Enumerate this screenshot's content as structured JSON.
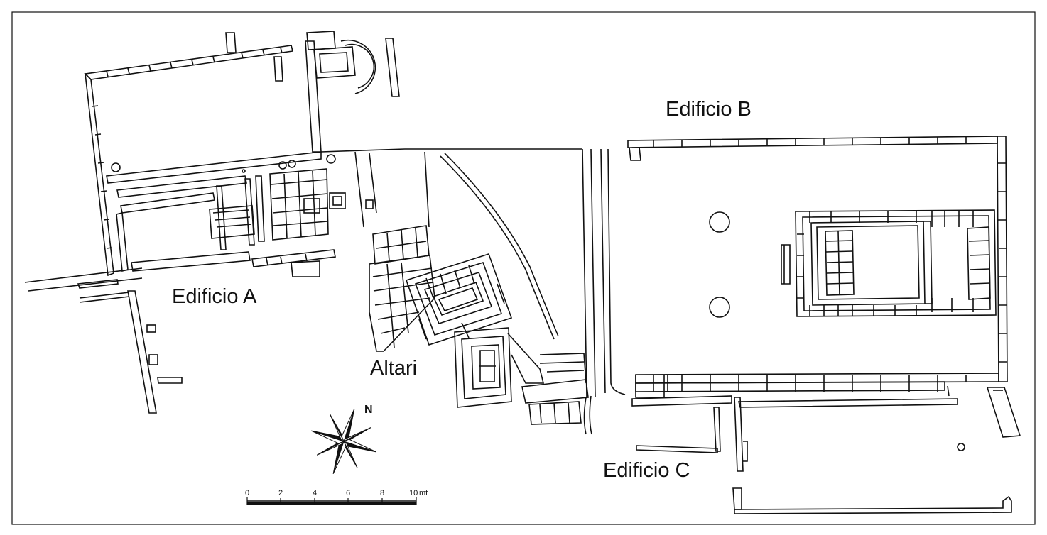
{
  "labels": {
    "building_a": "Edificio A",
    "building_b": "Edificio B",
    "building_c": "Edificio C",
    "altars": "Altari"
  },
  "compass": {
    "north": "N"
  },
  "scale_bar": {
    "ticks": [
      "0",
      "2",
      "4",
      "6",
      "8",
      "10"
    ],
    "unit": "mt"
  }
}
